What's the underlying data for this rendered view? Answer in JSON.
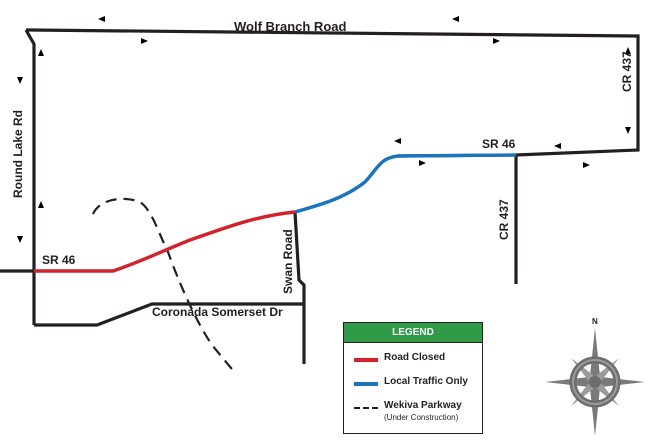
{
  "roads": {
    "wolf_branch": "Wolf Branch Road",
    "round_lake": "Round Lake Rd",
    "cr437_top": "CR 437",
    "cr437_mid": "CR 437",
    "sr46_west": "SR 46",
    "sr46_east": "SR 46",
    "swan": "Swan Road",
    "coronada": "Coronada Somerset Dr"
  },
  "legend": {
    "title": "LEGEND",
    "items": [
      {
        "label": "Road Closed",
        "color": "#d2232a",
        "style": "solid"
      },
      {
        "label": "Local Traffic Only",
        "color": "#1b75bc",
        "style": "solid"
      },
      {
        "label": "Wekiva Parkway",
        "sublabel": "(Under Construction)",
        "color": "#231f20",
        "style": "dashed"
      }
    ]
  },
  "compass": {
    "north_label": "N"
  }
}
